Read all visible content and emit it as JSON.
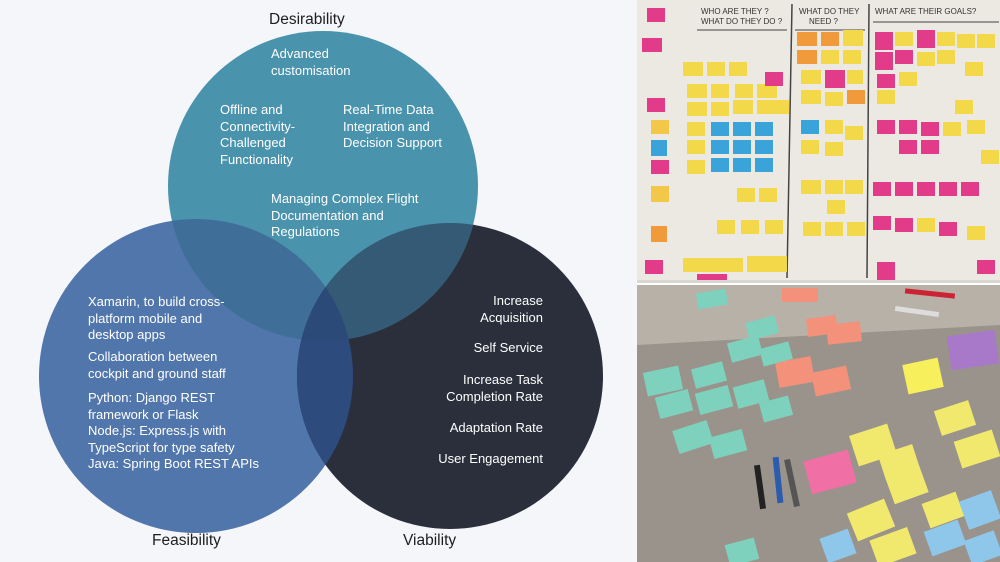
{
  "venn": {
    "titles": {
      "desirability": "Desirability",
      "feasibility": "Feasibility",
      "viability": "Viability"
    },
    "desirability_items": {
      "advanced": "Advanced\ncustomisation",
      "offline": "Offline and\nConnectivity-\nChallenged\nFunctionality",
      "realtime": "Real-Time Data\nIntegration and\nDecision Support",
      "flight_docs": "Managing Complex Flight\nDocumentation and\nRegulations"
    },
    "feasibility_items": {
      "xamarin": "Xamarin, to build cross-\nplatform mobile and\ndesktop apps",
      "collab": "Collaboration between\ncockpit  and ground staff",
      "stack": "Python: Django REST\nframework or Flask\nNode.js: Express.js with\nTypeScript for type safety\nJava: Spring Boot REST APIs"
    },
    "viability_items": {
      "acquisition": "Increase\nAcquisition",
      "self_service": "Self Service",
      "task_completion": "Increase Task\nCompletion Rate",
      "adaptation": "Adaptation Rate",
      "engagement": "User Engagement"
    },
    "colors": {
      "desirability": "#4a93ad",
      "feasibility": "#5176ab",
      "viability": "#2a2f3b",
      "overlap_top": "#3f6e99",
      "overlap_dv": "#345a76",
      "overlap_fv": "#2e4b7e",
      "center": "#2b4a78"
    }
  },
  "whiteboard": {
    "headers": [
      "WHO ARE THEY ?\nWHAT DO THEY DO ?",
      "WHAT DO THEY\nNEED ?",
      "WHAT ARE THEIR GOALS?"
    ]
  }
}
